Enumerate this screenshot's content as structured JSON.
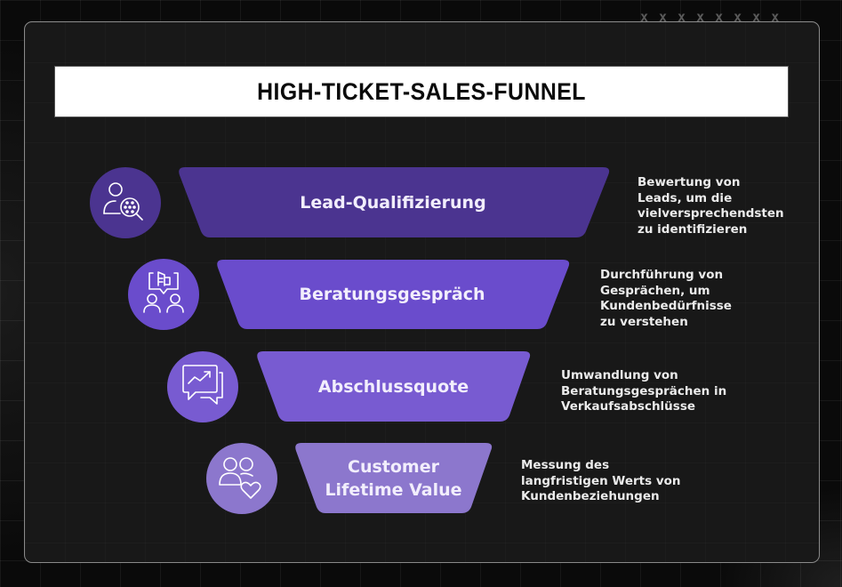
{
  "title": "HIGH-TICKET-SALES-FUNNEL",
  "colors": {
    "stage_1": "#4b3490",
    "stage_2": "#6a4ccc",
    "stage_3": "#785bd1",
    "stage_4": "#8c77cd",
    "card_bg": "#181818",
    "title_bg": "#ffffff"
  },
  "stages": [
    {
      "label": "Lead-Qualifizierung",
      "icon": "user-search-icon",
      "description": [
        "Bewertung von",
        "Leads, um die",
        "vielversprechendsten",
        "zu identifizieren"
      ]
    },
    {
      "label": "Beratungsgespräch",
      "icon": "consultation-people-icon",
      "description": [
        "Durchführung von",
        "Gesprächen, um",
        "Kundenbedürfnisse",
        "zu verstehen"
      ]
    },
    {
      "label": "Abschlussquote",
      "icon": "chat-trend-icon",
      "description": [
        "Umwandlung von",
        "Beratungsgesprächen in",
        "Verkaufsabschlüsse"
      ]
    },
    {
      "label_lines": [
        "Customer",
        "Lifetime Value"
      ],
      "icon": "users-heart-icon",
      "description": [
        "Messung des",
        "langfristigen Werts von",
        "Kundenbeziehungen"
      ]
    }
  ]
}
